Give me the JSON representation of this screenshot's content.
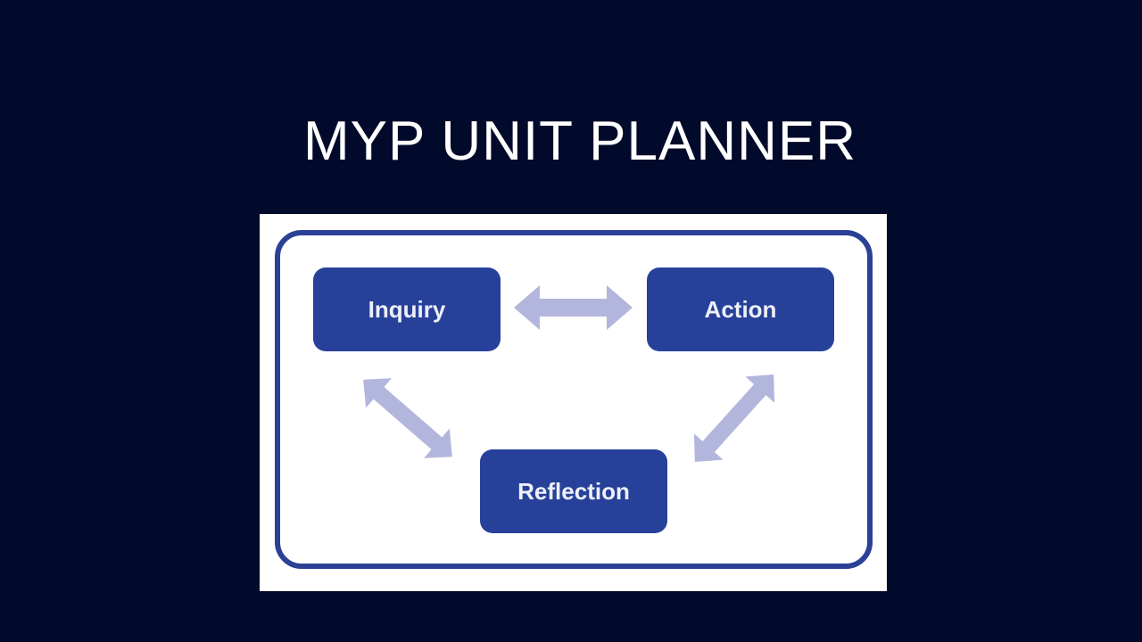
{
  "slide": {
    "title": "MYP UNIT PLANNER"
  },
  "diagram": {
    "nodes": {
      "inquiry": "Inquiry",
      "action": "Action",
      "reflection": "Reflection"
    },
    "edges": [
      {
        "from": "Inquiry",
        "to": "Action",
        "bidirectional": true
      },
      {
        "from": "Inquiry",
        "to": "Reflection",
        "bidirectional": true
      },
      {
        "from": "Action",
        "to": "Reflection",
        "bidirectional": true
      }
    ],
    "colors": {
      "background": "#020a2b",
      "box_fill": "#27419a",
      "frame": "#2b4196",
      "arrow": "#b3b6dc",
      "box_text": "#eef0f8"
    }
  }
}
